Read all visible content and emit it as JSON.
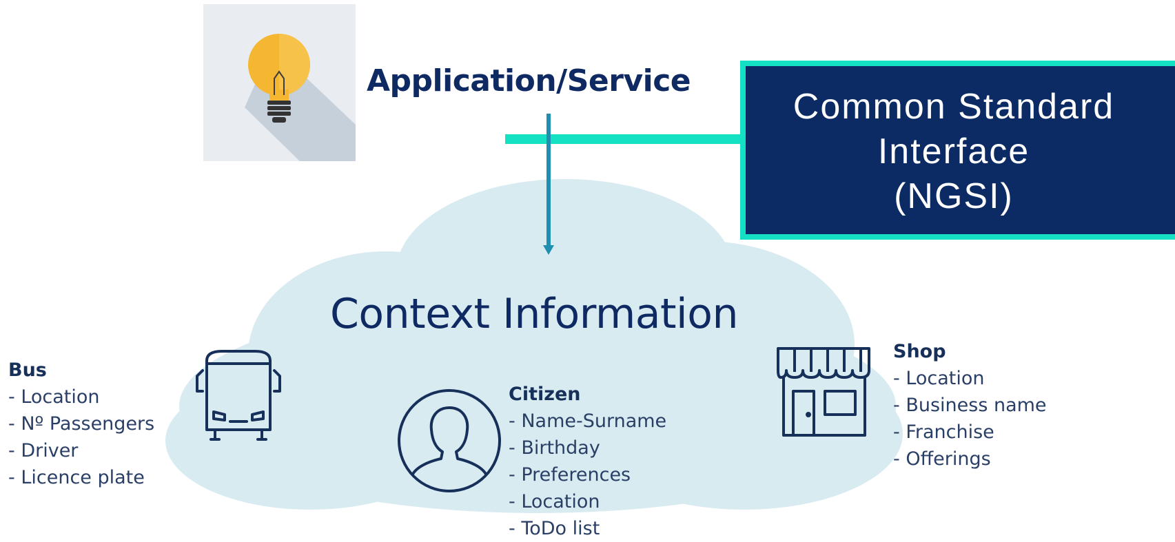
{
  "app_service": {
    "title": "Application/Service"
  },
  "interface": {
    "label_lines": [
      "Common Standard",
      "Interface",
      "(NGSI)"
    ]
  },
  "context": {
    "title": "Context Information"
  },
  "entities": {
    "bus": {
      "name": "Bus",
      "attributes": [
        "- Location",
        "- Nº Passengers",
        "- Driver",
        "- Licence plate"
      ]
    },
    "citizen": {
      "name": "Citizen",
      "attributes": [
        "- Name-Surname",
        "- Birthday",
        "- Preferences",
        "- Location",
        "- ToDo list"
      ]
    },
    "shop": {
      "name": "Shop",
      "attributes": [
        "- Location",
        "- Business name",
        "- Franchise",
        "- Offerings"
      ]
    }
  },
  "icons": [
    "lightbulb-icon",
    "bus-icon",
    "person-icon",
    "shop-icon"
  ],
  "colors": {
    "navy": "#0c2b64",
    "teal_accent": "#14e0c4",
    "cloud": "#d8ebf1",
    "arrow": "#1f8fb0",
    "bulb": "#f5b731"
  }
}
